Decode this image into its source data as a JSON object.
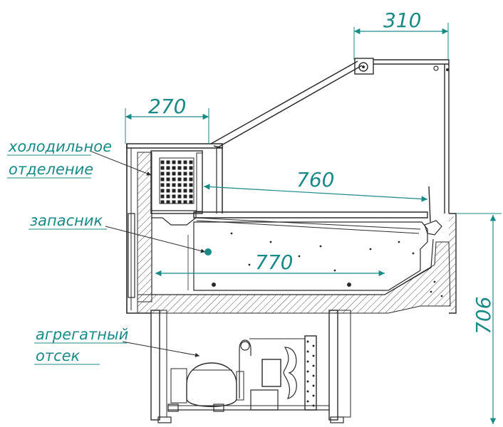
{
  "labels": {
    "cold_compartment_line1": "холодильное",
    "cold_compartment_line2": "отделение",
    "storage": "запасник",
    "unit_line1": "агрегатный",
    "unit_line2": "отсек"
  },
  "dimensions": {
    "glass_top_depth": "310",
    "top_shelf_depth": "270",
    "display_depth": "760",
    "storage_depth": "770",
    "height": "706"
  },
  "colors": {
    "annotation": "#1a8a86",
    "line": "#2a2a2a",
    "insulation_hatch": "#555555"
  }
}
